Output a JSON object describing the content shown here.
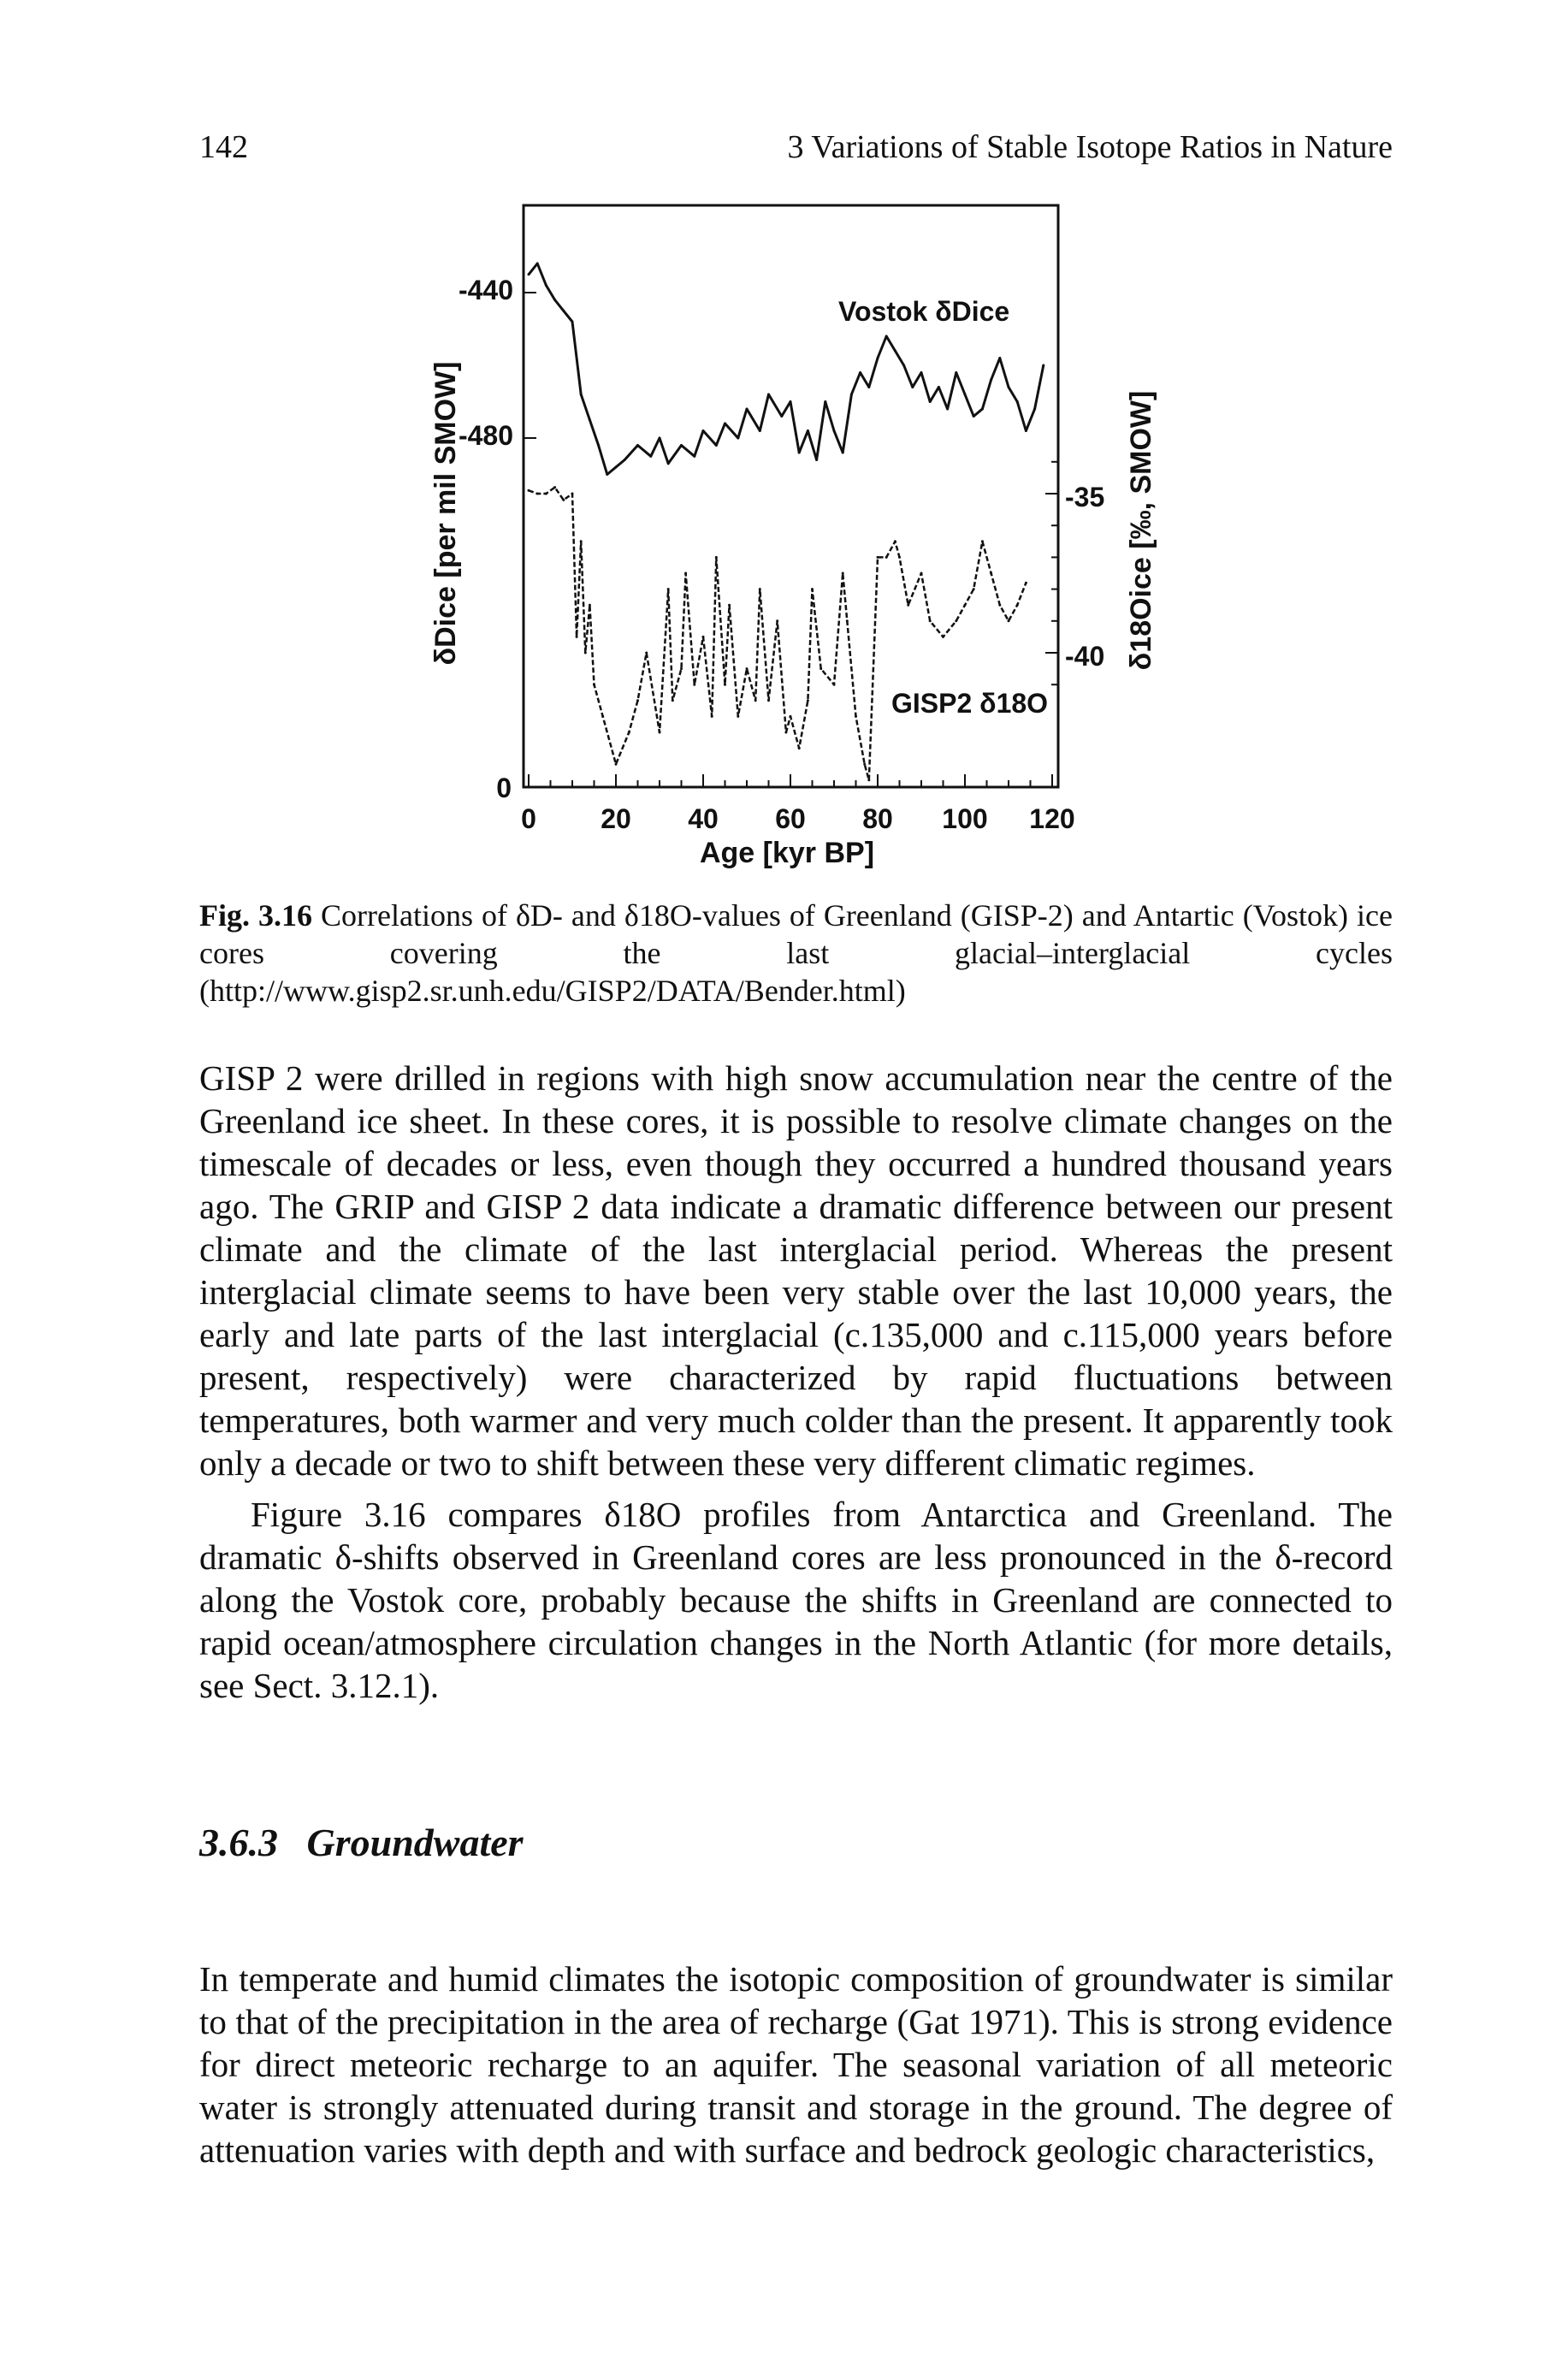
{
  "header": {
    "page_number": "142",
    "running_title": "3  Variations of Stable Isotope Ratios in Nature"
  },
  "figure": {
    "left_axis_label": "δDice [per mil SMOW]",
    "right_axis_label": "δ18Oice [‰, SMOW]",
    "x_axis_label": "Age [kyr BP]",
    "series_labels": {
      "vostok": "Vostok δDice",
      "gisp2": "GISP2 δ18O"
    },
    "left_ticks": [
      "-440",
      "-480",
      "0"
    ],
    "right_ticks": [
      "-35",
      "-40"
    ],
    "x_ticks": [
      "0",
      "20",
      "40",
      "60",
      "80",
      "100",
      "120"
    ],
    "line_color": "#111111"
  },
  "chart_data": {
    "type": "line",
    "xlabel": "Age [kyr BP]",
    "ylabel": "δDice [per mil SMOW]",
    "y2label": "δ18Oice [‰, SMOW]",
    "xlim": [
      0,
      120
    ],
    "x_ticks": [
      0,
      20,
      40,
      60,
      80,
      100,
      120
    ],
    "y_ticks": [
      -440,
      -480
    ],
    "y2_ticks": [
      -35,
      -40
    ],
    "series": [
      {
        "name": "Vostok δDice",
        "axis": "left",
        "x": [
          0,
          2,
          4,
          6,
          8,
          10,
          12,
          14,
          16,
          18,
          20,
          22,
          25,
          28,
          30,
          32,
          35,
          38,
          40,
          43,
          45,
          48,
          50,
          53,
          55,
          58,
          60,
          62,
          64,
          66,
          68,
          70,
          72,
          74,
          76,
          78,
          80,
          82,
          84,
          86,
          88,
          90,
          92,
          94,
          96,
          98,
          100,
          102,
          104,
          106,
          108,
          110,
          112,
          114,
          116,
          118
        ],
        "values": [
          -435,
          -432,
          -438,
          -442,
          -445,
          -448,
          -468,
          -475,
          -482,
          -490,
          -488,
          -486,
          -482,
          -485,
          -480,
          -487,
          -482,
          -485,
          -478,
          -482,
          -476,
          -480,
          -472,
          -478,
          -468,
          -474,
          -470,
          -484,
          -478,
          -486,
          -470,
          -478,
          -484,
          -468,
          -462,
          -466,
          -458,
          -452,
          -456,
          -460,
          -466,
          -462,
          -470,
          -466,
          -472,
          -462,
          -468,
          -474,
          -472,
          -464,
          -458,
          -466,
          -470,
          -478,
          -472,
          -460
        ]
      },
      {
        "name": "GISP2 δ18O",
        "axis": "right",
        "x": [
          0,
          2,
          4,
          6,
          8,
          10,
          11,
          12,
          13,
          14,
          15,
          17,
          20,
          23,
          25,
          27,
          30,
          32,
          33,
          35,
          36,
          38,
          40,
          42,
          43,
          45,
          46,
          48,
          50,
          52,
          53,
          55,
          57,
          59,
          60,
          62,
          64,
          65,
          67,
          70,
          72,
          73,
          75,
          77,
          78,
          80,
          82,
          84,
          85,
          87,
          90,
          92,
          95,
          98,
          100,
          102,
          104,
          106,
          108,
          110,
          112,
          114
        ],
        "values": [
          -34.9,
          -35.0,
          -35.0,
          -34.8,
          -35.2,
          -35.0,
          -39.5,
          -36.5,
          -40.0,
          -38.5,
          -41.0,
          -42.0,
          -43.5,
          -42.5,
          -41.5,
          -40.0,
          -42.5,
          -38.0,
          -41.5,
          -40.5,
          -37.5,
          -41.0,
          -39.5,
          -42.0,
          -37.0,
          -41.0,
          -38.5,
          -42.0,
          -40.5,
          -41.5,
          -38.0,
          -41.5,
          -39.0,
          -42.5,
          -42.0,
          -43.0,
          -41.5,
          -38.0,
          -40.5,
          -41.0,
          -37.5,
          -39.0,
          -42.0,
          -43.5,
          -44.0,
          -37.0,
          -37.0,
          -36.5,
          -37.0,
          -38.5,
          -37.5,
          -39.0,
          -39.5,
          -39.0,
          -38.5,
          -38.0,
          -36.5,
          -37.5,
          -38.5,
          -39.0,
          -38.5,
          -37.8
        ]
      }
    ]
  },
  "caption": {
    "label": "Fig. 3.16",
    "text": "Correlations of δD- and δ18O-values of Greenland (GISP-2) and Antartic (Vostok) ice cores covering the last glacial–interglacial cycles (http://www.gisp2.sr.unh.edu/GISP2/DATA/Bender.html)"
  },
  "body": {
    "paragraph1": "GISP 2 were drilled in regions with high snow accumulation near the centre of the Greenland ice sheet. In these cores, it is possible to resolve climate changes on the timescale of decades or less, even though they occurred a hundred thousand years ago. The GRIP and GISP 2 data indicate a dramatic difference between our present climate and the climate of the last interglacial period. Whereas the present interglacial climate seems to have been very stable over the last 10,000 years, the early and late parts of the last interglacial (c.135,000 and c.115,000 years before present, respectively) were characterized by rapid fluctuations between temperatures, both warmer and very much colder than the present. It apparently took only a decade or two to shift between these very different climatic regimes.",
    "paragraph2": "Figure 3.16 compares δ18O profiles from Antarctica and Greenland. The dramatic δ-shifts observed in Greenland cores are less pronounced in the δ-record along the Vostok core, probably because the shifts in Greenland are connected to rapid ocean/atmosphere circulation changes in the North Atlantic (for more details, see Sect. 3.12.1).",
    "section_number": "3.6.3",
    "section_title": "Groundwater",
    "paragraph3": "In temperate and humid climates the isotopic composition of groundwater is similar to that of the precipitation in the area of recharge (Gat 1971). This is strong evidence for direct meteoric recharge to an aquifer. The seasonal variation of all meteoric water is strongly attenuated during transit and storage in the ground. The degree of attenuation varies with depth and with surface and bedrock geologic characteristics,"
  }
}
